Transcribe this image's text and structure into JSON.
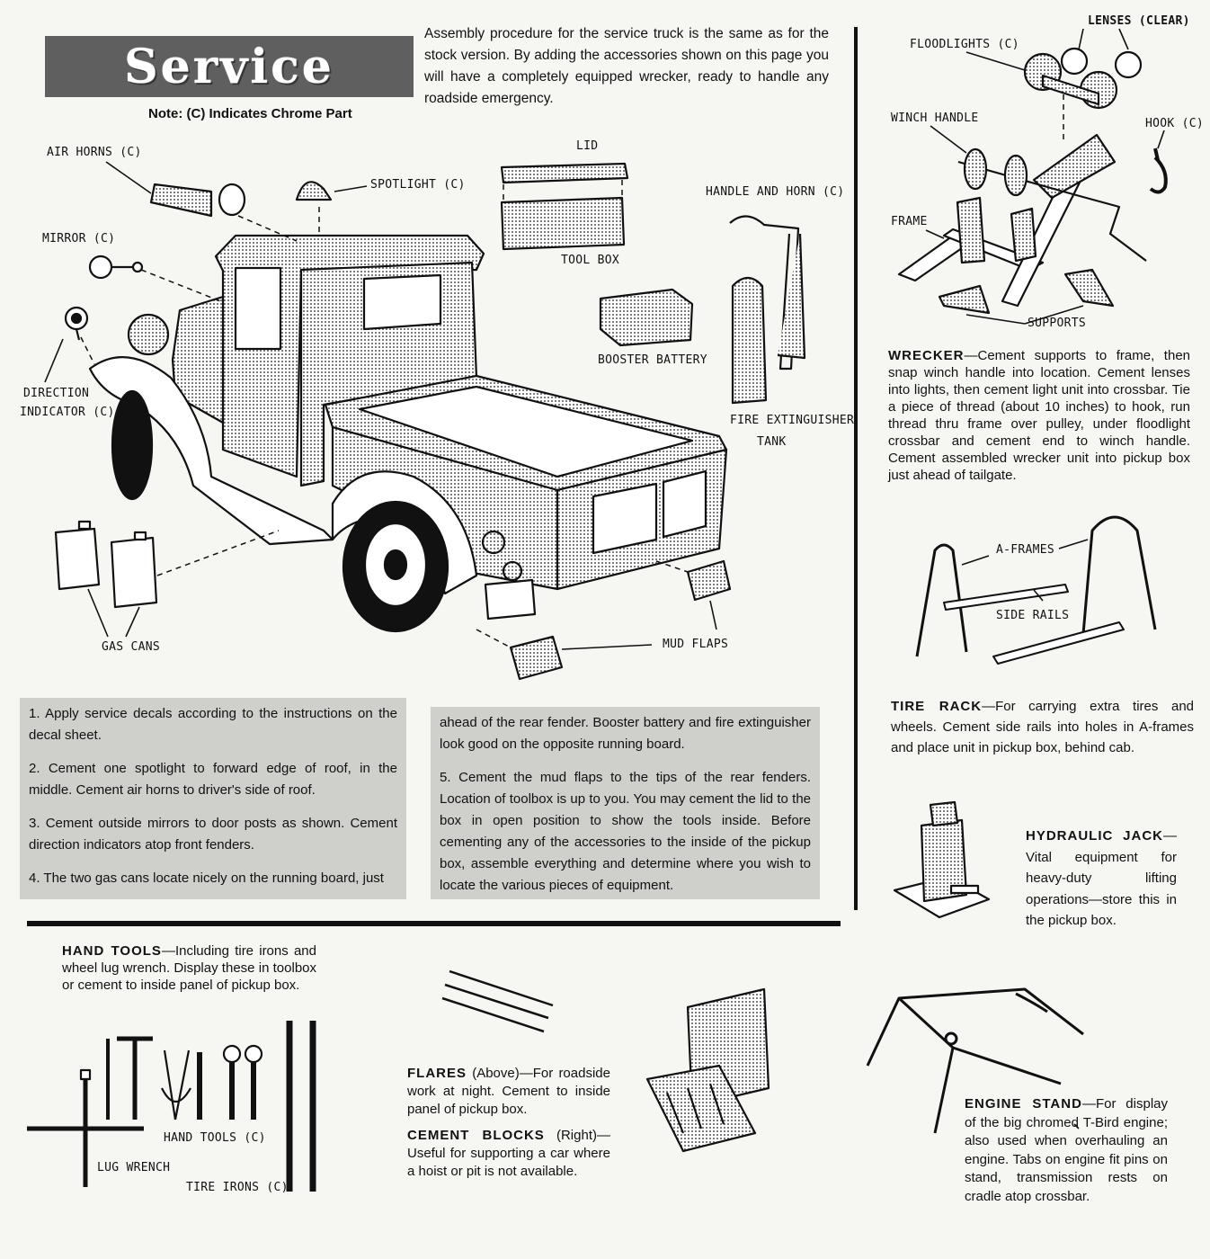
{
  "header": {
    "title": "Service",
    "note": "Note: (C) Indicates Chrome Part",
    "intro": "Assembly procedure for the service truck is the same as for the stock version. By adding the accessories shown on this page you will have a completely equipped wrecker, ready to handle any roadside emergency."
  },
  "diagram_labels": {
    "air_horns": "AIR HORNS (C)",
    "spotlight": "SPOTLIGHT (C)",
    "mirror": "MIRROR (C)",
    "direction_1": "DIRECTION",
    "direction_2": "INDICATOR (C)",
    "gas_cans": "GAS CANS",
    "lid": "LID",
    "tool_box": "TOOL BOX",
    "booster_battery": "BOOSTER BATTERY",
    "handle_horn": "HANDLE AND HORN (C)",
    "fire_1": "FIRE EXTINGUISHER",
    "fire_2": "TANK",
    "mud_flaps": "MUD FLAPS",
    "lenses": "LENSES (CLEAR)",
    "floodlights": "FLOODLIGHTS (C)",
    "winch_handle": "WINCH HANDLE",
    "hook": "HOOK (C)",
    "frame": "FRAME",
    "supports": "SUPPORTS",
    "a_frames": "A-FRAMES",
    "side_rails": "SIDE RAILS",
    "hand_tools": "HAND TOOLS (C)",
    "lug_wrench": "LUG WRENCH",
    "tire_irons": "TIRE IRONS (C)"
  },
  "steps_left": [
    "1. Apply service decals according to the instructions on the decal sheet.",
    "2. Cement one spotlight to forward edge of roof, in the middle. Cement air horns to driver's side of roof.",
    "3. Cement outside mirrors to door posts as shown. Cement direction indicators atop front fenders.",
    "4. The two gas cans locate nicely on the running board, just"
  ],
  "steps_right": [
    "ahead of the rear fender. Booster battery and fire extinguisher look good on the opposite running board.",
    "5. Cement the mud flaps to the tips of the rear fenders. Location of toolbox is up to you. You may cement the lid to the box in open position to show the tools inside. Before cementing any of the accessories to the inside of the pickup box, assemble everything and determine where you wish to locate the various pieces of equipment."
  ],
  "wrecker": {
    "heading": "WRECKER",
    "text": "—Cement supports to frame, then snap winch handle into location. Cement lenses into lights, then cement light unit into crossbar. Tie a piece of thread (about 10 inches) to hook, run thread thru frame over pulley, under floodlight crossbar and cement end to winch handle. Cement assembled wrecker unit into pickup box just ahead of tailgate."
  },
  "tire_rack": {
    "heading": "TIRE RACK",
    "text": "—For carrying extra tires and wheels. Cement side rails into holes in A-frames and place unit in pickup box, behind cab."
  },
  "hydraulic_jack": {
    "heading": "HYDRAULIC JACK",
    "text": "—Vital equipment for heavy-duty lifting operations—store this in the pickup box."
  },
  "hand_tools": {
    "heading": "HAND TOOLS",
    "text": "—Including tire irons and wheel lug wrench. Display these in toolbox or cement to inside panel of pickup box."
  },
  "flares": {
    "heading": "FLARES",
    "sub": " (Above)",
    "text": "—For roadside work at night. Cement to inside panel of pickup box."
  },
  "cement_blocks": {
    "heading": "CEMENT BLOCKS",
    "sub": " (Right)",
    "text": "—Useful for supporting a car where a hoist or pit is not available."
  },
  "engine_stand": {
    "heading": "ENGINE STAND",
    "text": "—For display of the big chromed T-Bird engine; also used when overhauling an engine. Tabs on engine fit pins on stand, transmission rests on cradle atop crossbar."
  }
}
